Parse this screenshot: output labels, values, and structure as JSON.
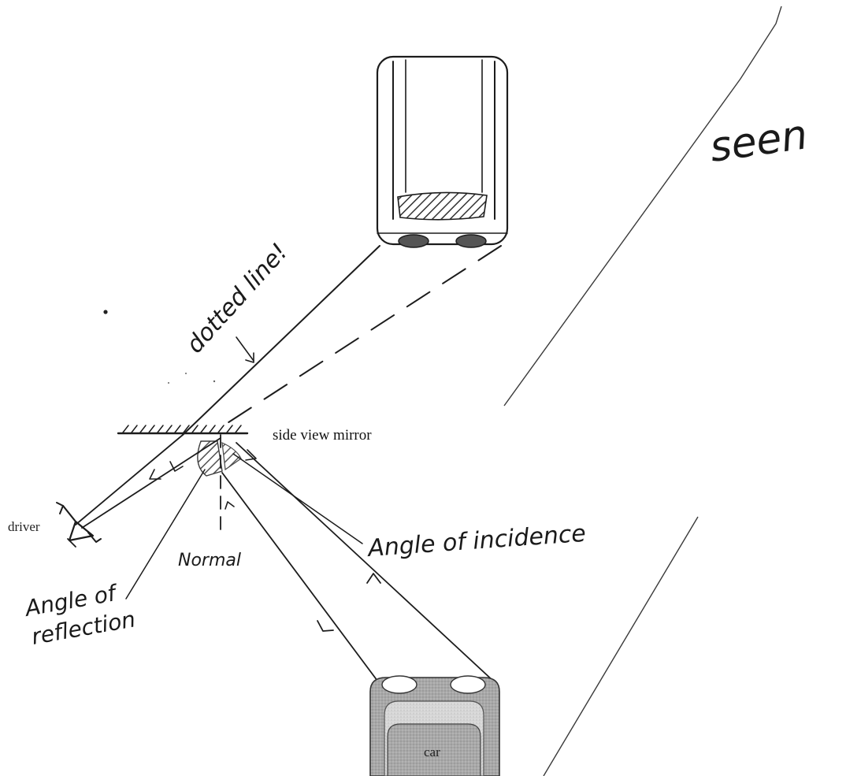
{
  "labels": {
    "seen": "seen",
    "dotted_line": "dotted line!",
    "side_view_mirror": "side view mirror",
    "angle_of_incidence": "Angle of incidence",
    "driver": "driver",
    "normal": "Normal",
    "angle_of_reflection_line1": "Angle of",
    "angle_of_reflection_line2": "reflection",
    "car": "car"
  },
  "colors": {
    "ink": "#1c1c1c",
    "car_body": "#a9a9a9",
    "car_window": "#cfcfcf"
  }
}
